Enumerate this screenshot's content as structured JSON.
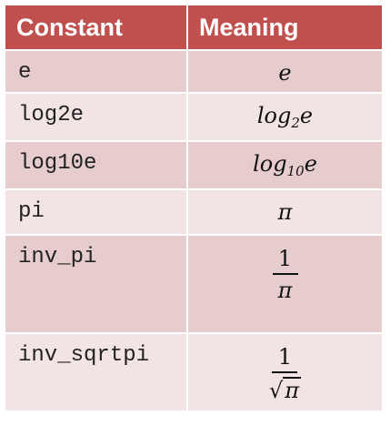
{
  "table": {
    "headers": [
      "Constant",
      "Meaning"
    ],
    "rows": [
      {
        "constant": "e",
        "meaning": {
          "kind": "plain",
          "base": "e"
        }
      },
      {
        "constant": "log2e",
        "meaning": {
          "kind": "log",
          "base": "log",
          "sub": "2",
          "tail": "e"
        }
      },
      {
        "constant": "log10e",
        "meaning": {
          "kind": "log",
          "base": "log",
          "sub": "10",
          "tail": "e"
        }
      },
      {
        "constant": "pi",
        "meaning": {
          "kind": "plain",
          "base": "π"
        }
      },
      {
        "constant": "inv_pi",
        "meaning": {
          "kind": "frac",
          "num": "1",
          "den": "π"
        }
      },
      {
        "constant": "inv_sqrtpi",
        "meaning": {
          "kind": "fracsqrt",
          "num": "1",
          "radical": "√",
          "den": "π"
        }
      }
    ]
  },
  "colors": {
    "header_bg": "#c0504d",
    "row_dark": "#e6cccc",
    "row_light": "#f2e4e4"
  }
}
